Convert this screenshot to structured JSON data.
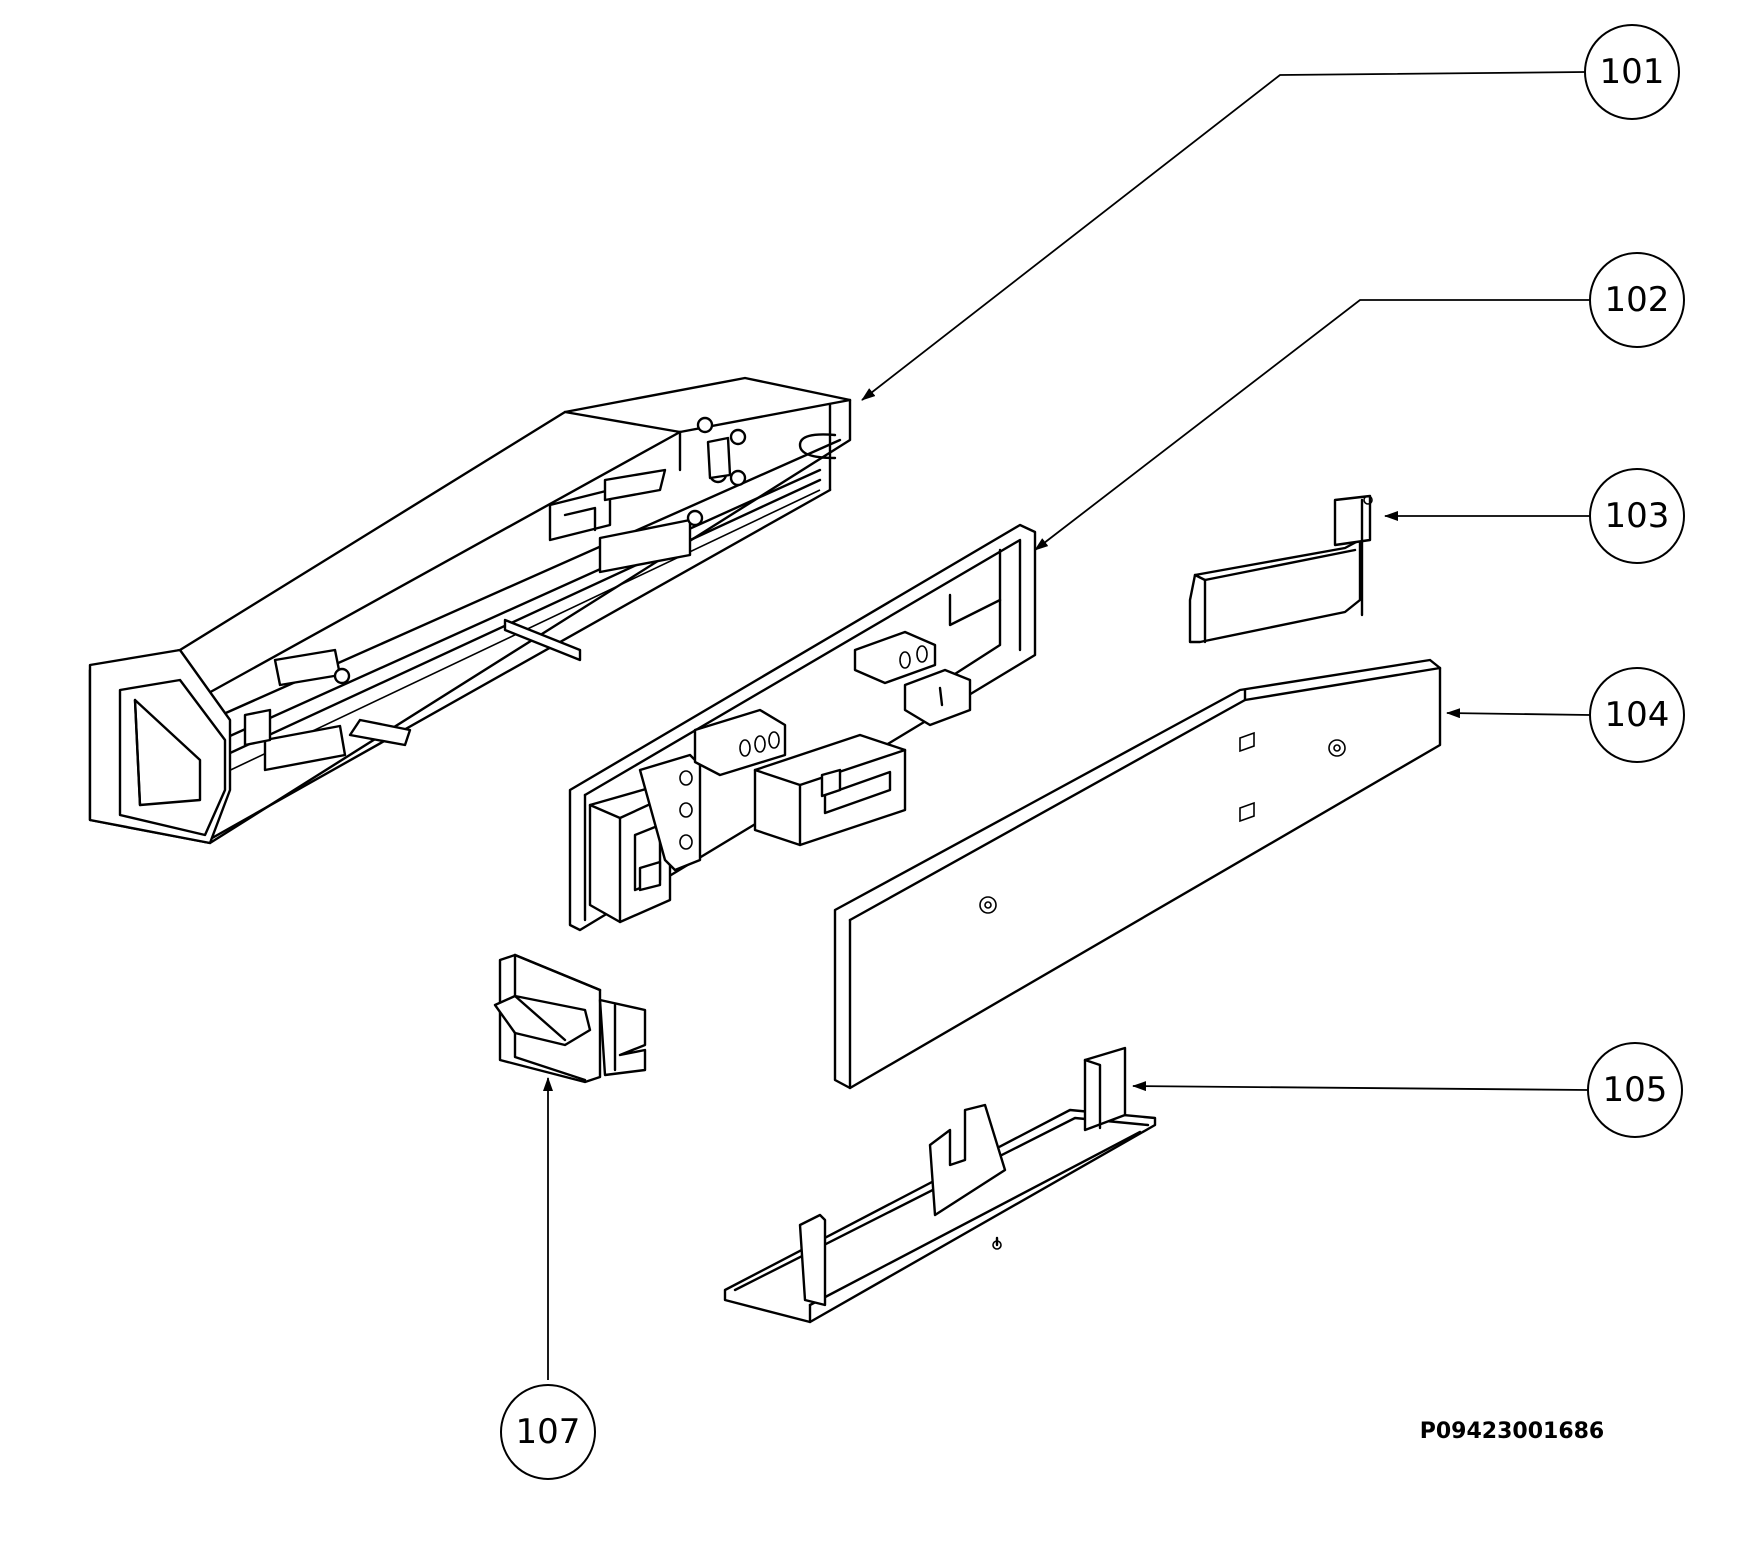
{
  "callouts": [
    {
      "id": "c101",
      "label": "101"
    },
    {
      "id": "c102",
      "label": "102"
    },
    {
      "id": "c103",
      "label": "103"
    },
    {
      "id": "c104",
      "label": "104"
    },
    {
      "id": "c105",
      "label": "105"
    },
    {
      "id": "c107",
      "label": "107"
    }
  ],
  "drawing_reference": "P09423001686",
  "colors": {
    "line": "#000000",
    "background": "#ffffff"
  }
}
